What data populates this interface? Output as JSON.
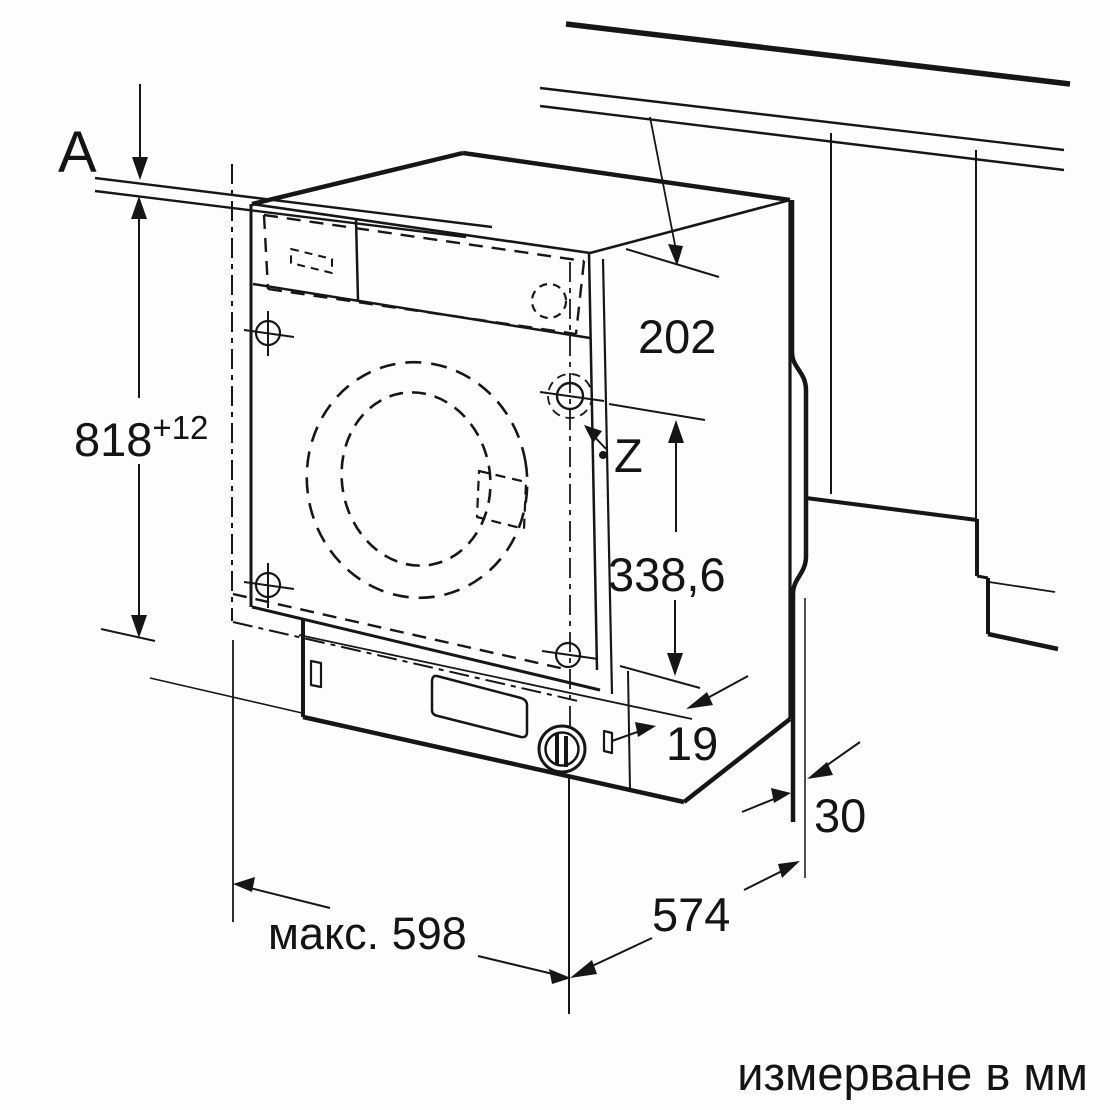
{
  "diagram": {
    "labels": {
      "countertop_ref": "A",
      "niche_height_value": "818",
      "niche_height_tolerance": "+12",
      "top_hinge_offset": "202",
      "hinge_point": "Z",
      "hinge_spacing": "338,6",
      "bottom_hinge_offset": "19",
      "side_gap": "30",
      "depth_body": "574",
      "depth_max": "макс. 598",
      "units_note": "измерване в мм"
    },
    "colors": {
      "line": "#161616",
      "background": "#fdfdfd"
    }
  }
}
